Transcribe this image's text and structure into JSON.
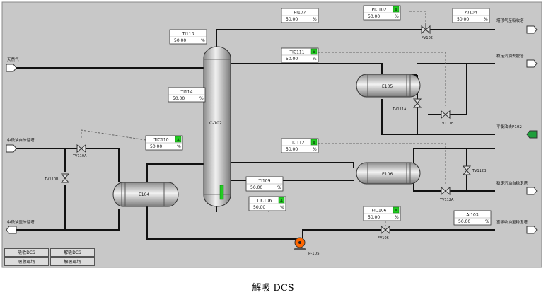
{
  "caption": "解吸 DCS",
  "nav_buttons": [
    "吸收DCS",
    "解吸DCS",
    "吸收现场",
    "解吸现场"
  ],
  "streams": {
    "natural_gas": "天然气",
    "top_to_absorber": "塔顶气至吸收塔",
    "to_stabilizer_top": "稳定汽油去脱塔",
    "balance_p102": "平衡油去P102",
    "mid_oil_from": "中段油自分馏塔",
    "stable_to_fractionator": "稳定汽油自稳定塔",
    "mid_oil_to": "中段油至分馏塔",
    "rich_absorb_to_stabilizer": "富吸收油至稳定塔"
  },
  "equipment": {
    "column": "C-102",
    "e104": "E104",
    "e105": "E105",
    "e106": "E106",
    "pump": "P-105"
  },
  "valves": {
    "pv102": "PV102",
    "tv111a": "TV111A",
    "tv111b": "TV111B",
    "tv112a": "TV112A",
    "tv112b": "TV112B",
    "tv110a": "TV110A",
    "tv110b": "TV110B",
    "fv106": "FV106"
  },
  "instruments": {
    "pi107": {
      "tag": "PI107",
      "value": "50.00",
      "unit": "%"
    },
    "pic102": {
      "tag": "PIC102",
      "value": "50.00",
      "unit": "%",
      "mode": "A"
    },
    "ai104": {
      "tag": "AI104",
      "value": "50.00",
      "unit": "%"
    },
    "ti113": {
      "tag": "TI113",
      "value": "50.00",
      "unit": "%"
    },
    "tic111": {
      "tag": "TIC111",
      "value": "50.00",
      "unit": "%",
      "mode": "A"
    },
    "ti114": {
      "tag": "TI114",
      "value": "50.00",
      "unit": "%"
    },
    "tic110": {
      "tag": "TIC110",
      "value": "50.00",
      "unit": "%",
      "mode": "A"
    },
    "tic112": {
      "tag": "TIC112",
      "value": "50.00",
      "unit": "%",
      "mode": "A"
    },
    "ti109": {
      "tag": "TI109",
      "value": "50.00",
      "unit": "%"
    },
    "lic106": {
      "tag": "LIC106",
      "value": "50.00",
      "unit": "%",
      "mode": "A"
    },
    "fic106": {
      "tag": "FIC106",
      "value": "50.00",
      "unit": "%",
      "mode": "A"
    },
    "ai103": {
      "tag": "AI103",
      "value": "50.00",
      "unit": "%"
    }
  },
  "colors": {
    "background": "#c8c8c8",
    "pipe": "#111111",
    "mode_green": "#22cc22",
    "level_green": "#22cc22",
    "pump_orange": "#ff6600",
    "arrow_green": "#1f9e3b"
  }
}
